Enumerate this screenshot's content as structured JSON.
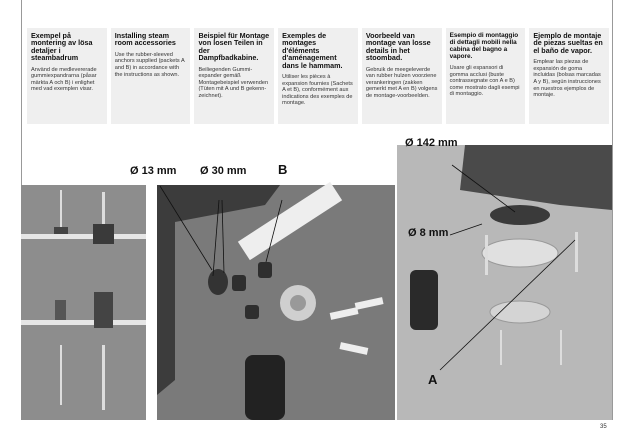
{
  "columns": [
    {
      "title": "Exempel på montering av lösa detaljer i steambadrum",
      "body": "Använd de medlevererade gummiexpandrarna (påsar märkta A och B) i enlighet med vad exemplen visar."
    },
    {
      "title": "Installing steam room accessories",
      "body": "Use the rubber-sleeved anchors supplied (packets A and B) in accordance with the instructions as shown."
    },
    {
      "title": "Beispiel für Montage von losen Teilen in der Dampfbadkabine.",
      "body": "Beiliegenden Gummi-expander gemäß Montagebeispiel verwenden (Tüten mit A und B gekenn-zeichnet)."
    },
    {
      "title": "Exemples de montages d'éléments d'aménagement dans le hammam.",
      "body": "Utiliser les pièces à expansion fournies (Sachets A et B), conformément aux indications des exemples de montage."
    },
    {
      "title": "Voorbeeld van montage van losse details in het stoombad.",
      "body": "Gebruik de meegeleverde van rubber hulzen voorziene verankeringen (zakken gemerkt met A en B) volgens de montage-voorbeelden."
    },
    {
      "title": "Esempio di montaggio di dettagli mobili nella cabina del bagno a vapore.",
      "body": "Usare gli espansori di gomma acclusi (buste contrassegnate con A e B) come mostrato dagli esempi di montaggio."
    },
    {
      "title": "Ejemplo de montaje de piezas sueltas en el baño de vapor.",
      "body": "Emplear las piezas de expansión de goma incluidas (bolsas marcadas A y B), según instrucciones en nuestros ejemplos de montaje."
    }
  ],
  "labels": {
    "d13": "Ø 13 mm",
    "d30": "Ø 30 mm",
    "b": "B",
    "d142": "Ø 142 mm",
    "d8": "Ø 8 mm",
    "a": "A"
  },
  "page_number": "35"
}
